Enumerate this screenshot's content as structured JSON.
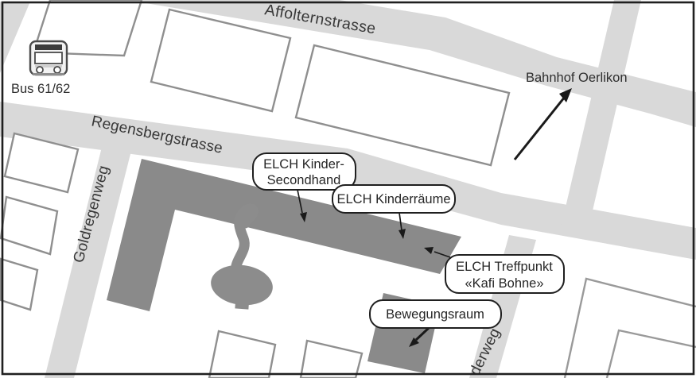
{
  "map": {
    "colors": {
      "street": "#d9d9d9",
      "building_fill": "#ffffff",
      "building_outline": "#8f8f8f",
      "elch_building": "#8a8a8a",
      "sculpture": "#8c8c8c",
      "text": "#2e2e2e",
      "arrow": "#1a1a1a",
      "bubble_fill": "#ffffff",
      "bubble_border": "#1f1f1f",
      "border": "#1f1f1f"
    },
    "streets": {
      "affolternstrasse": {
        "label": "Affolternstrasse"
      },
      "regensbergstrasse": {
        "label": "Regensbergstrasse"
      },
      "goldregenweg": {
        "label": "Goldregenweg"
      },
      "derweg": {
        "label": "derweg"
      }
    },
    "bus_stop": {
      "label": "Bus 61/62",
      "icon": "bus-icon"
    },
    "destination": {
      "label": "Bahnhof Oerlikon",
      "icon": "bahnhof-direction-arrow"
    },
    "callouts": {
      "kinder_secondhand": {
        "line1": "ELCH Kinder-",
        "line2": "Secondhand"
      },
      "kinderraeume": {
        "label": "ELCH Kinderräume"
      },
      "treffpunkt": {
        "line1": "ELCH Treffpunkt",
        "line2": "«Kafi Bohne»"
      },
      "bewegungsraum": {
        "label": "Bewegungsraum"
      }
    },
    "landmarks": {
      "sculpture": "sculpture-icon"
    }
  }
}
